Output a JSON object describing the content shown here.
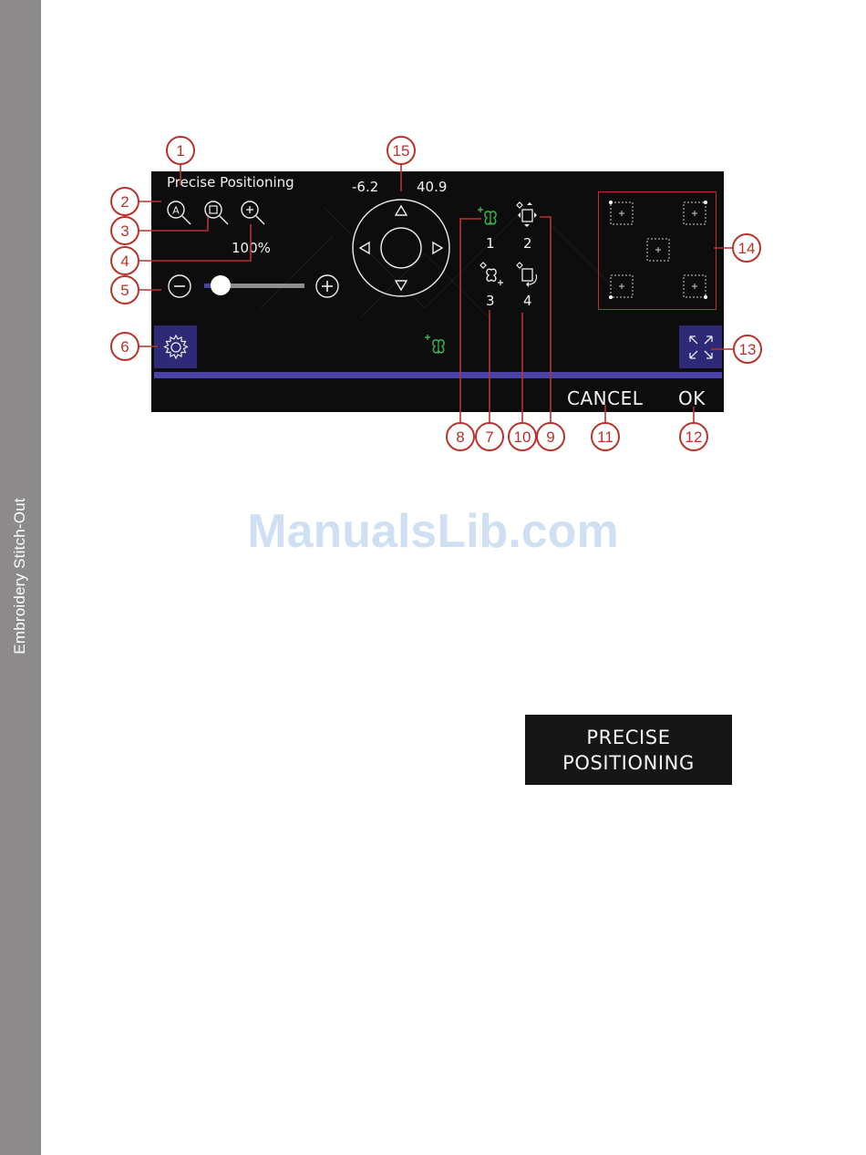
{
  "sidebar": {
    "section_label": "Embroidery Stitch-Out"
  },
  "screen": {
    "title": "Precise Positioning",
    "zoom_value": "100%",
    "coord_x": "-6.2",
    "coord_y": "40.9",
    "mode_numbers": [
      "1",
      "2",
      "3",
      "4"
    ],
    "slider_position": 0.16,
    "cancel_label": "CANCEL",
    "ok_label": "OK"
  },
  "callouts": [
    "1",
    "2",
    "3",
    "4",
    "5",
    "6",
    "7",
    "8",
    "9",
    "10",
    "11",
    "12",
    "13",
    "14",
    "15"
  ],
  "watermark": "ManualsLib.com",
  "reference_button": {
    "line1": "PRECISE",
    "line2": "POSITIONING"
  },
  "colors": {
    "screen_bg": "#0d0d0d",
    "accent_purple": "#2e2a78",
    "bar_purple": "#4a43a6",
    "active_green": "#3cb44a",
    "callout_red": "#b8332c",
    "sidebar_gray": "#8c8a8a"
  }
}
